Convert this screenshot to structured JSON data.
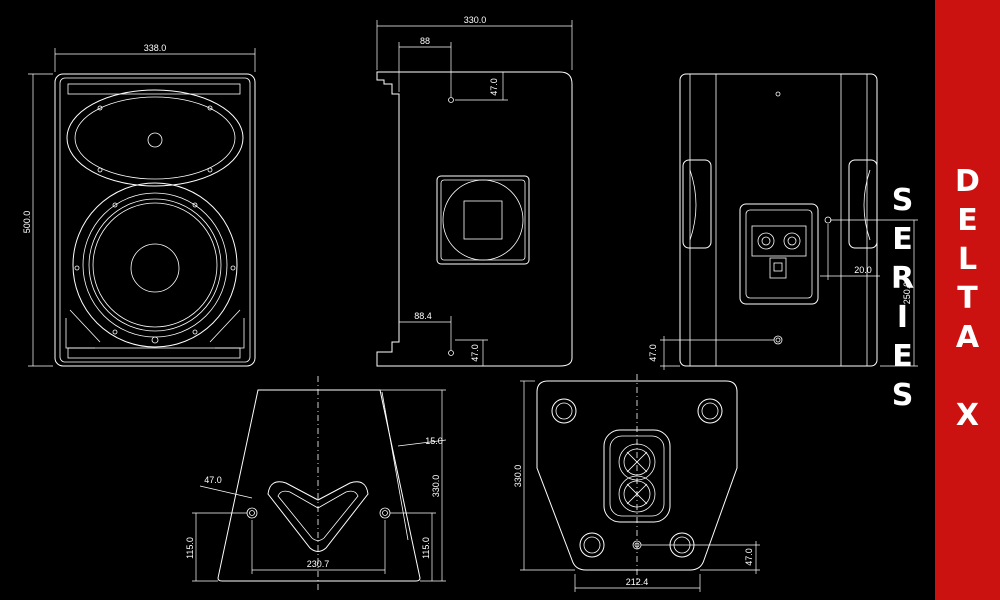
{
  "banner": {
    "title": "DELTA X SERIES",
    "color": "#cc1111"
  },
  "dimensions": {
    "front_width": "338.0",
    "front_height": "500.0",
    "side_depth": "330.0",
    "side_top_offset": "88",
    "side_top_drop": "47.0",
    "side_bottom_offset": "88.4",
    "side_bottom_drop": "47.0",
    "rear_jack_offset": "20.0",
    "rear_jack_height": "250.0",
    "rear_bottom_drop": "47.0",
    "top_depth": "330.0",
    "top_inset": "15.0",
    "top_angle": "47.0",
    "top_left_height": "115.0",
    "top_right_height": "115.0",
    "top_point_spacing": "230.7",
    "bottom_depth": "330.0",
    "bottom_drop": "47.0",
    "bottom_point_spacing": "212.4"
  }
}
